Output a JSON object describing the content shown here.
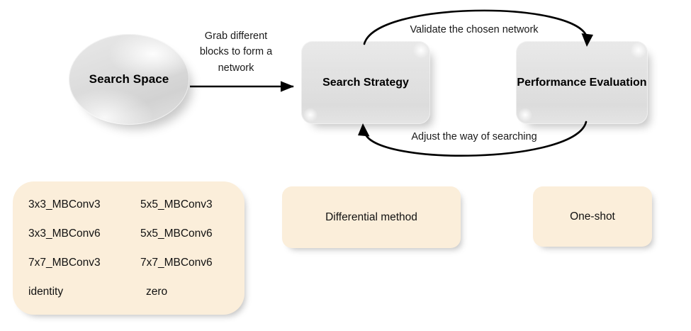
{
  "diagram": {
    "nodes": {
      "search_space": {
        "label": "Search\nSpace"
      },
      "search_strategy": {
        "label": "Search\nStrategy"
      },
      "performance_evaluation": {
        "label": "Performance\nEvaluation"
      }
    },
    "edges": {
      "grab": {
        "label": "Grab different\nblocks to form a\nnetwork"
      },
      "validate": {
        "label": "Validate the chosen network"
      },
      "adjust": {
        "label": "Adjust the way of searching"
      }
    },
    "panels": {
      "search_space_ops": {
        "operations": [
          [
            "3x3_MBConv3",
            "5x5_MBConv3"
          ],
          [
            "3x3_MBConv6",
            "5x5_MBConv6"
          ],
          [
            "7x7_MBConv3",
            "7x7_MBConv6"
          ],
          [
            "identity",
            "zero"
          ]
        ]
      },
      "search_strategy_method": {
        "label": "Differential method"
      },
      "performance_evaluation_method": {
        "label": "One-shot"
      }
    },
    "colors": {
      "cream_panel": "#fbeeda",
      "node_gray": "#dcdcdc",
      "arrow": "#000000",
      "text": "#111111"
    }
  }
}
